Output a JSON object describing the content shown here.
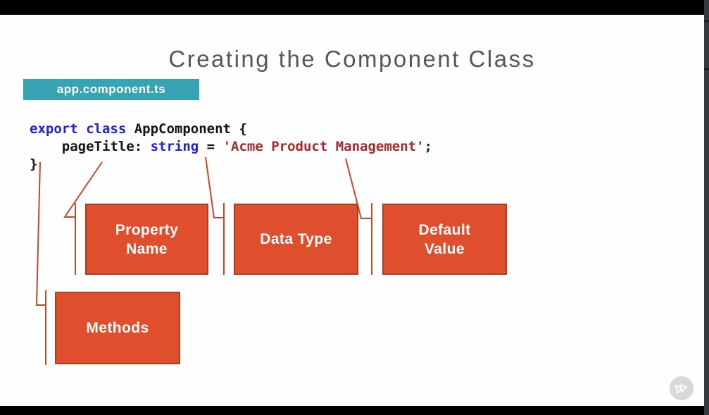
{
  "window": {
    "frame_color": "#000000",
    "right_strip_color": "#37383a"
  },
  "slide": {
    "title": "Creating the Component Class",
    "file_badge": "app.component.ts",
    "code": {
      "line1_keyword": "export class",
      "line1_rest": " AppComponent {",
      "line2_indent_name": "    pageTitle: ",
      "line2_type": "string",
      "line2_equals": " = ",
      "line2_string": "'Acme Product Management'",
      "line2_semicolon": ";",
      "line3": "}"
    },
    "boxes": [
      {
        "label": "Property\nName"
      },
      {
        "label": "Data Type"
      },
      {
        "label": "Default\nValue"
      },
      {
        "label": "Methods"
      }
    ],
    "colors": {
      "badge_teal": "#36a4b2",
      "box_orange": "#e04f2d",
      "box_border": "#b23c1e",
      "connector_red": "#c1492b",
      "code_keyword_blue": "#2121dd",
      "code_string_red": "#a02c2c",
      "title_gray": "#54565c"
    }
  },
  "player": {
    "skip_button_icon": "double-play-icon",
    "circle_color": "#d8d8d8"
  }
}
